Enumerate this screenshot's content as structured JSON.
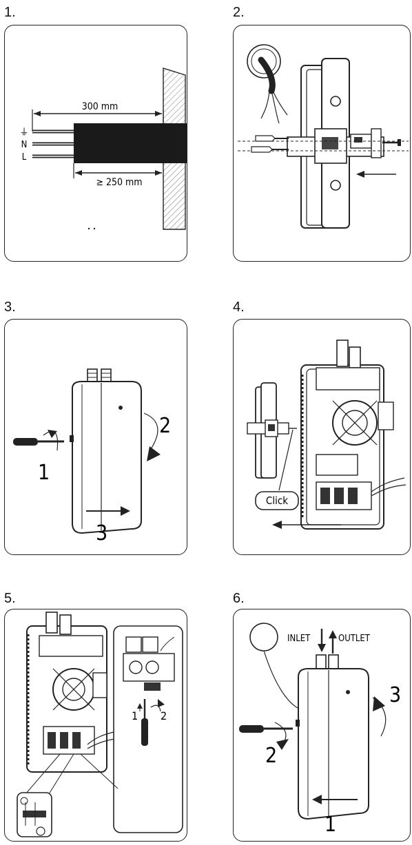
{
  "steps": [
    {
      "number": "1.",
      "labels": {
        "dim_300": "300 mm",
        "dim_250": "≥ 250 mm",
        "earth": "⏚",
        "neutral": "N",
        "live": "L"
      }
    },
    {
      "number": "2."
    },
    {
      "number": "3.",
      "labels": {
        "step1": "1",
        "step2": "2",
        "step3": "3"
      }
    },
    {
      "number": "4.",
      "labels": {
        "click": "Click"
      }
    },
    {
      "number": "5.",
      "labels": {
        "step1": "1",
        "step2": "2"
      }
    },
    {
      "number": "6.",
      "labels": {
        "inlet": "INLET",
        "outlet": "OUTLET",
        "step1": "1",
        "step2": "2",
        "step3": "3"
      }
    }
  ]
}
